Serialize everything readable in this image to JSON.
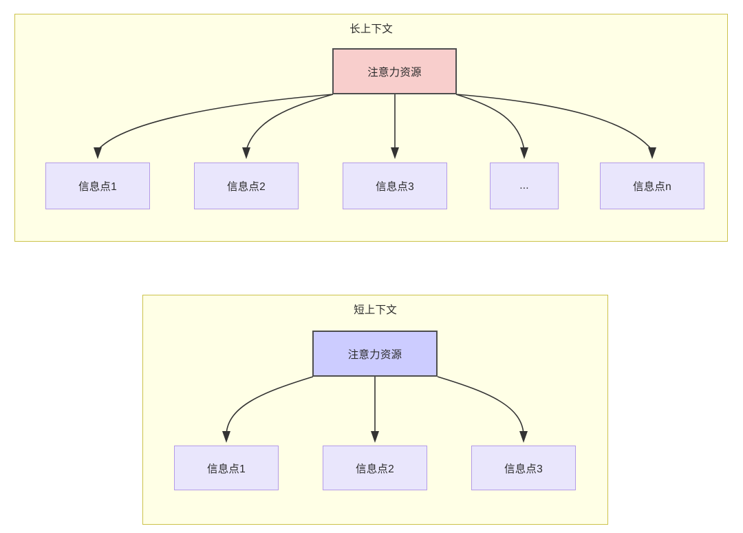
{
  "diagram": {
    "type": "attention-allocation-comparison",
    "background_color": "#ffffff",
    "groups": [
      {
        "id": "long-context",
        "title": "长上下文",
        "fill_color": "#ffffe6",
        "border_color": "#ccc24a",
        "root": {
          "label": "注意力资源",
          "fill_color": "#f8cecc",
          "border_color": "#4d4d4d"
        },
        "children": [
          {
            "label": "信息点1",
            "fill_color": "#e9e6fc",
            "border_color": "#b39ae8"
          },
          {
            "label": "信息点2",
            "fill_color": "#e9e6fc",
            "border_color": "#b39ae8"
          },
          {
            "label": "信息点3",
            "fill_color": "#e9e6fc",
            "border_color": "#b39ae8"
          },
          {
            "label": "...",
            "fill_color": "#e9e6fc",
            "border_color": "#b39ae8"
          },
          {
            "label": "信息点n",
            "fill_color": "#e9e6fc",
            "border_color": "#b39ae8"
          }
        ]
      },
      {
        "id": "short-context",
        "title": "短上下文",
        "fill_color": "#ffffe6",
        "border_color": "#ccc24a",
        "root": {
          "label": "注意力资源",
          "fill_color": "#ccccff",
          "border_color": "#4d4d4d"
        },
        "children": [
          {
            "label": "信息点1",
            "fill_color": "#e9e6fc",
            "border_color": "#b39ae8"
          },
          {
            "label": "信息点2",
            "fill_color": "#e9e6fc",
            "border_color": "#b39ae8"
          },
          {
            "label": "信息点3",
            "fill_color": "#e9e6fc",
            "border_color": "#b39ae8"
          }
        ]
      }
    ],
    "edge_color": "#333333"
  }
}
